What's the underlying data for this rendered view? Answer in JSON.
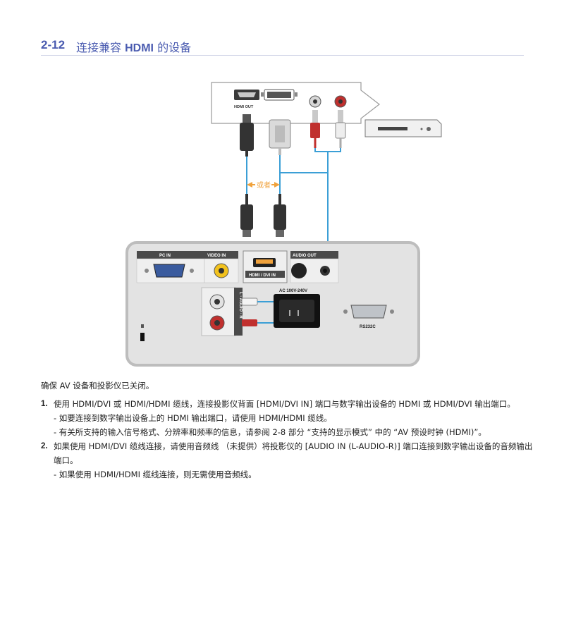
{
  "header": {
    "section_number": "2-12",
    "title_prefix": "连接兼容",
    "title_hdmi": "HDMI",
    "title_suffix": "的设备"
  },
  "diagram": {
    "source_hdmi_out": "HDMI OUT",
    "or_label": "或者",
    "panel_pc_in": "PC IN",
    "panel_video_in": "VIDEO IN",
    "panel_audio_out": "AUDIO OUT",
    "panel_hdmi_dvi_in": "HDMI / DVI IN",
    "panel_audio_in": "L - AUDIO - R",
    "panel_ac": "AC 100V-240V",
    "panel_rs232c": "RS232C"
  },
  "text": {
    "intro": "确保 AV 设备和投影仪已关闭。",
    "items": [
      {
        "num": "1.",
        "text": "使用 HDMI/DVI 或 HDMI/HDMI 缆线，连接投影仪背面 [HDMI/DVI IN] 端口与数字输出设备的 HDMI 或 HDMI/DVI 输出端口。",
        "subs": [
          "- 如要连接到数字输出设备上的 HDMI 输出端口，请使用 HDMI/HDMI 缆线。",
          "- 有关所支持的输入信号格式、分辨率和频率的信息，请参阅 2-8 部分 “支持的显示模式” 中的 “AV 预设时钟 (HDMI)”。"
        ]
      },
      {
        "num": "2.",
        "text": "如果使用 HDMI/DVI 缆线连接，请使用音频线 （未提供）将投影仪的 [AUDIO IN (L-AUDIO-R)] 端口连接到数字输出设备的音频输出端口。",
        "subs": [
          "- 如果使用 HDMI/HDMI 缆线连接，则无需使用音频线。"
        ]
      }
    ]
  }
}
